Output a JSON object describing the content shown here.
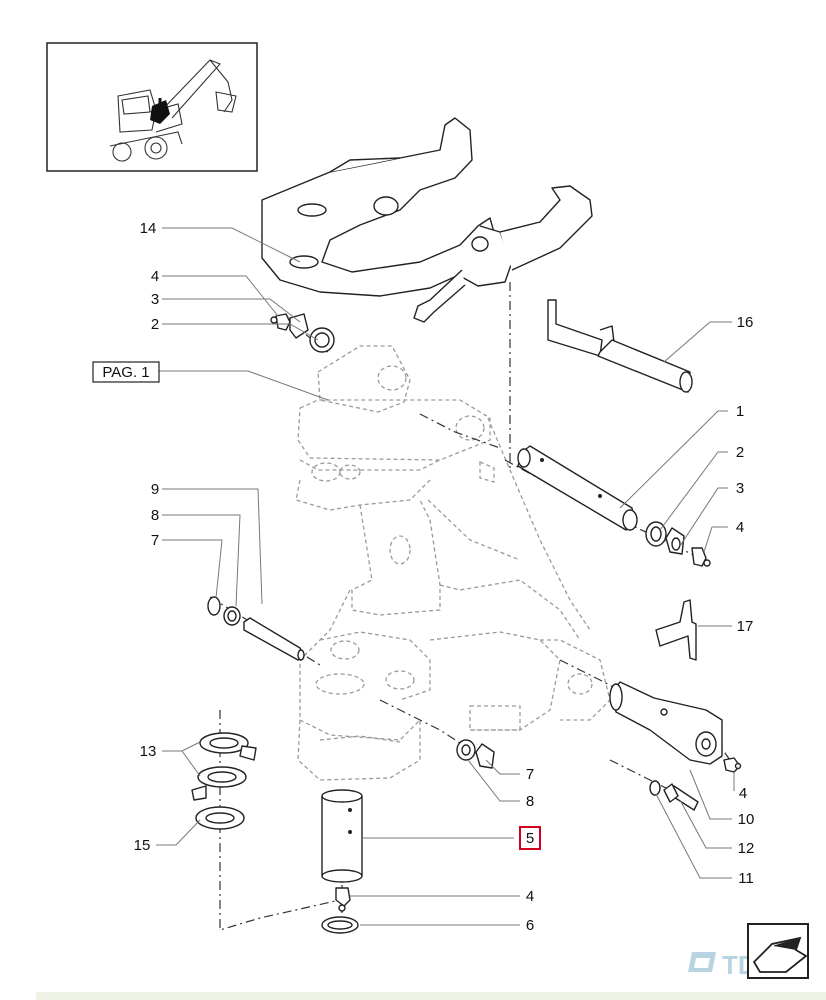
{
  "labels": {
    "l14": "14",
    "l4a": "4",
    "l3a": "3",
    "l2a": "2",
    "pag": "PAG. 1",
    "l16": "16",
    "l1": "1",
    "l2b": "2",
    "l3b": "3",
    "l4b": "4",
    "l9": "9",
    "l8a": "8",
    "l7a": "7",
    "l17": "17",
    "l13": "13",
    "l15": "15",
    "l7b": "7",
    "l8b": "8",
    "l5": "5",
    "l4c": "4",
    "l6": "6",
    "l4d": "4",
    "l10": "10",
    "l12": "12",
    "l11": "11"
  },
  "highlight_color": "#d0021b",
  "logo": {
    "text": "TDC",
    "color": "#b8d4e0"
  }
}
